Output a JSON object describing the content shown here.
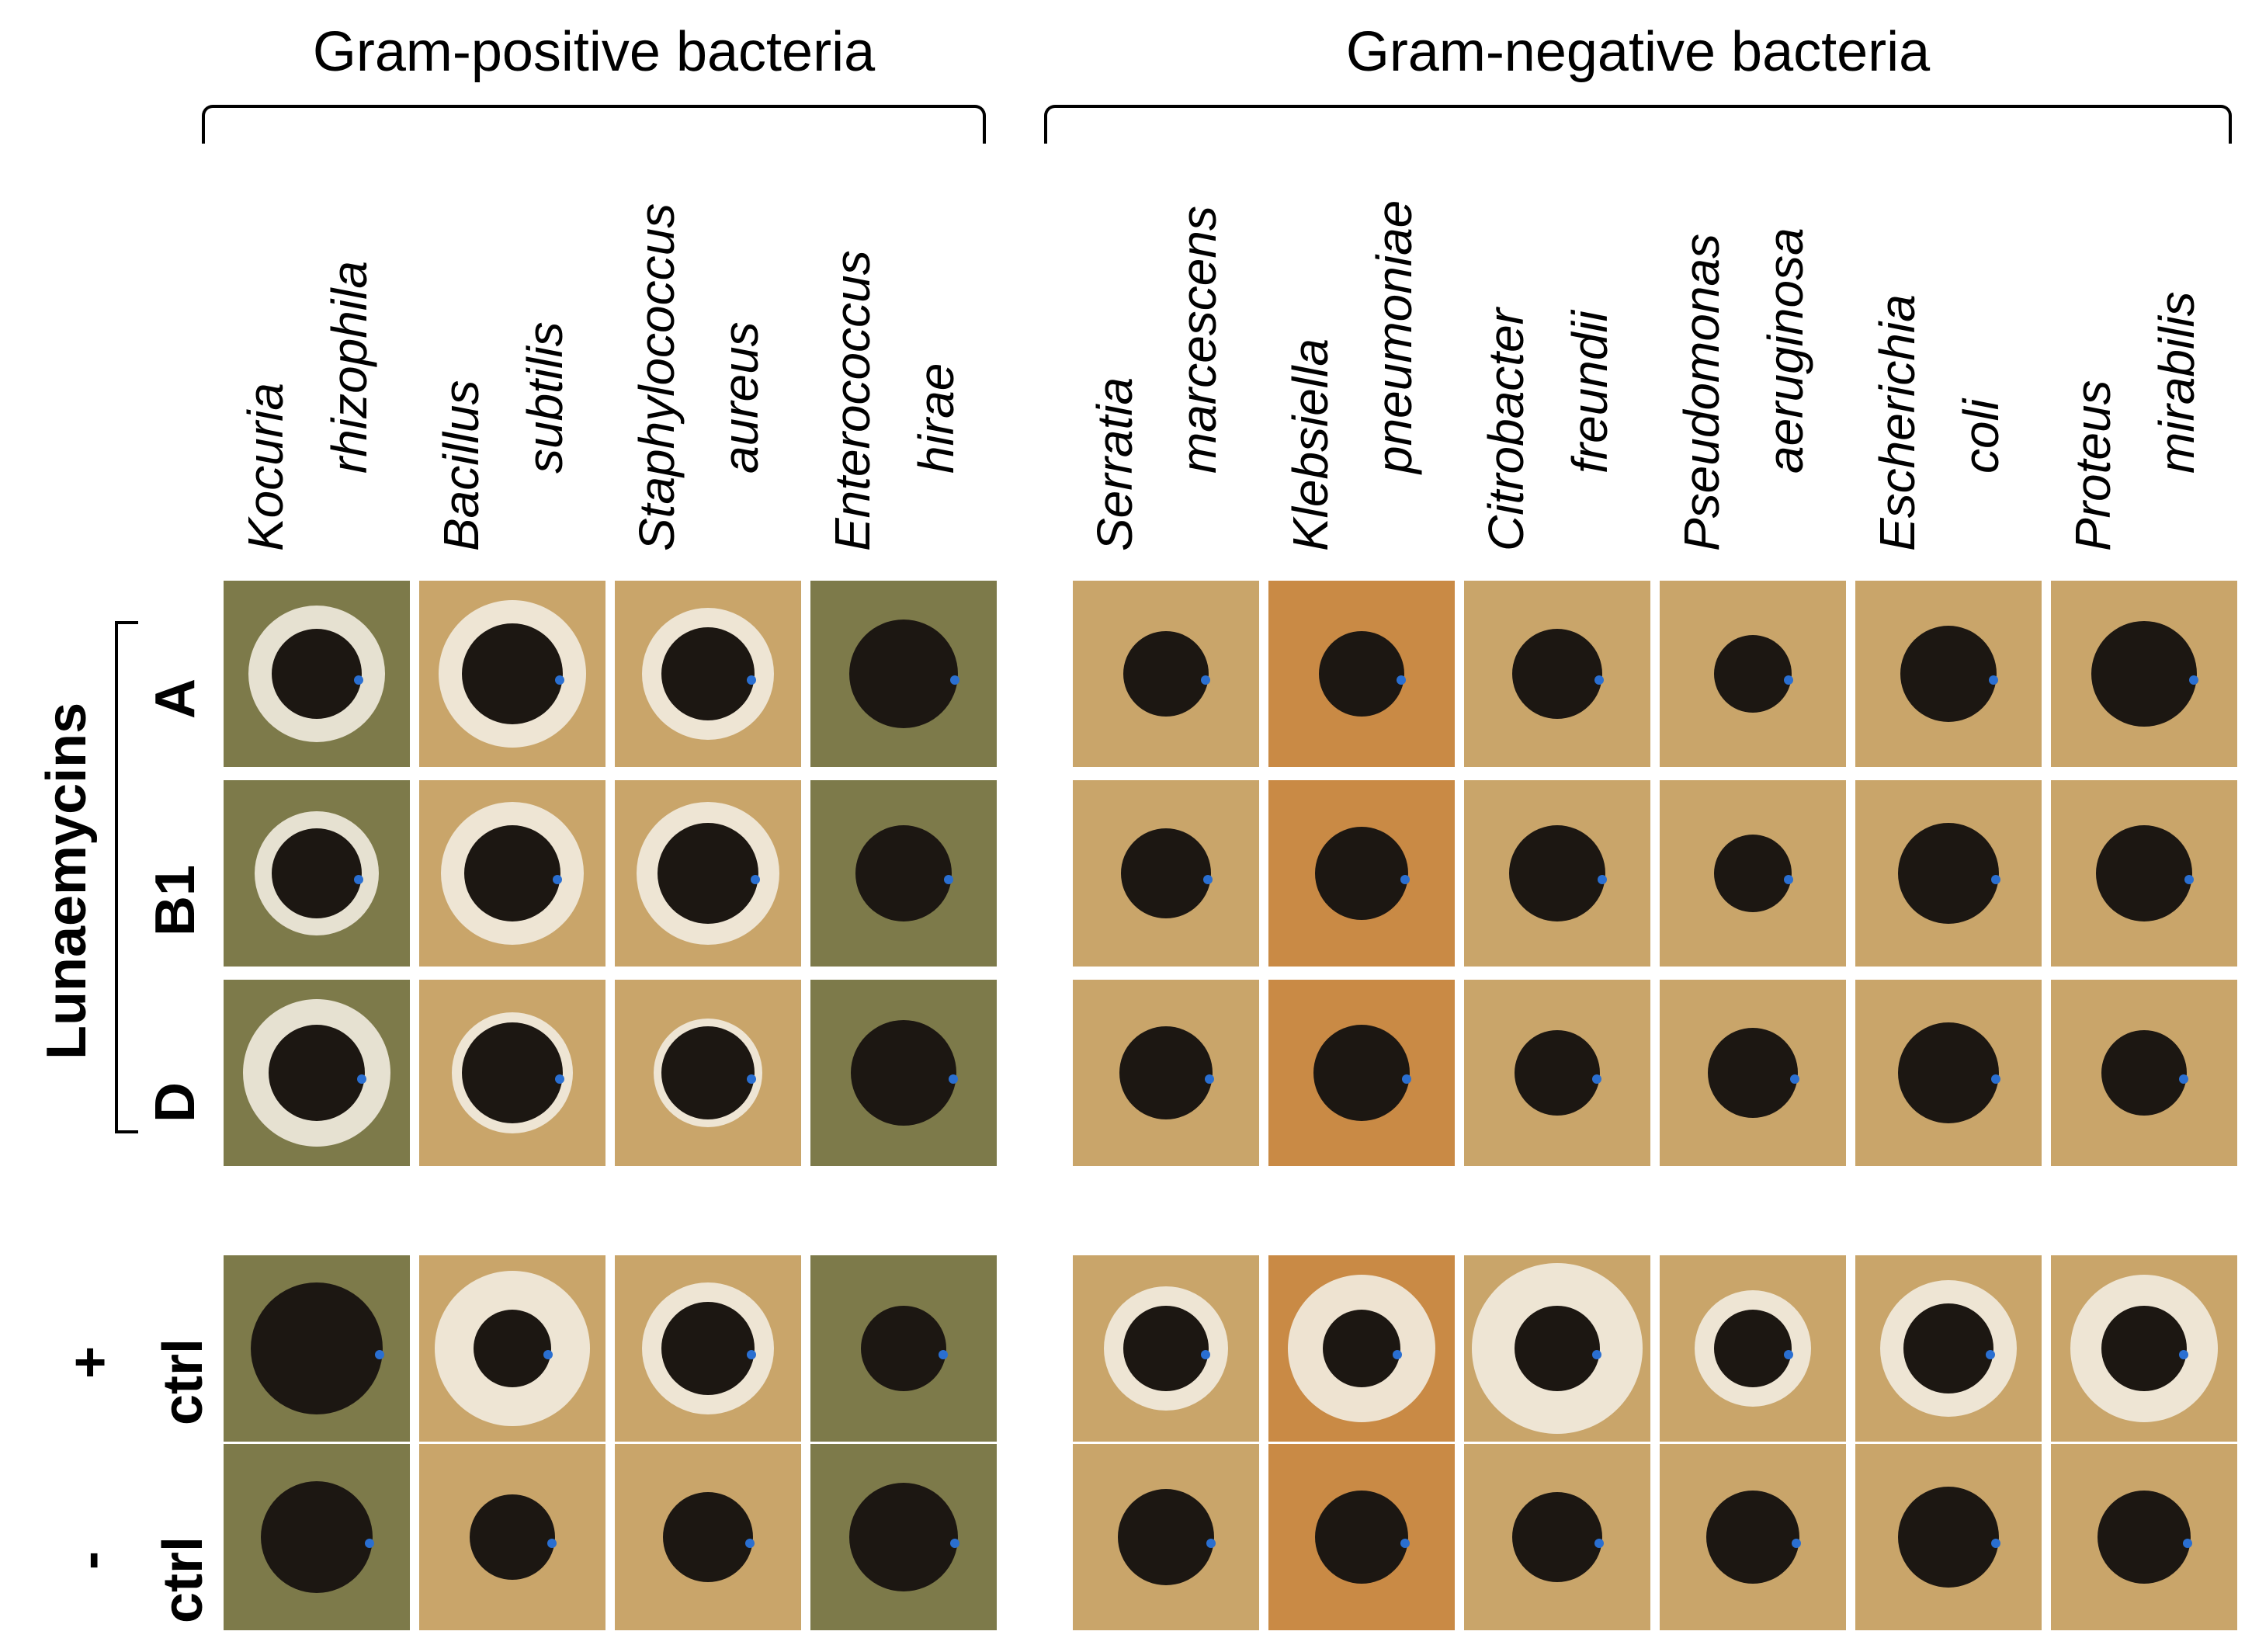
{
  "groups": {
    "gram_positive": "Gram-positive bacteria",
    "gram_negative": "Gram-negative bacteria"
  },
  "species": [
    {
      "genus": "Kocuria",
      "epithet": "rhizophila"
    },
    {
      "genus": "Bacillus",
      "epithet": "subtilis"
    },
    {
      "genus": "Staphylococcus",
      "epithet": "aureus"
    },
    {
      "genus": "Enterococcus",
      "epithet": "hirae"
    },
    {
      "genus": "Serratia",
      "epithet": "marcescens"
    },
    {
      "genus": "Klebsiella",
      "epithet": "pneumoniae"
    },
    {
      "genus": "Citrobacter",
      "epithet": "freundii"
    },
    {
      "genus": "Pseudomonas",
      "epithet": "aeruginosa"
    },
    {
      "genus": "Escherichia",
      "epithet": "coli"
    },
    {
      "genus": "Proteus",
      "epithet": "mirabilis"
    }
  ],
  "group_label": "Lunaemycins",
  "rows": [
    {
      "label": "A"
    },
    {
      "label": "B1"
    },
    {
      "label": "D"
    },
    {
      "label_top": "+",
      "label_bottom": "ctrl"
    },
    {
      "label_top": "-",
      "label_bottom": "ctrl"
    }
  ],
  "colors": {
    "agar_tan": "#c9a56a",
    "agar_olive": "#7d7a4a",
    "agar_orange": "#c98a45",
    "well": "#1c1712",
    "halo": "#f2ece0",
    "ink_mark": "#2a6fd1"
  },
  "icons": {
    "well": "agar-well-icon",
    "halo": "inhibition-zone-icon"
  }
}
